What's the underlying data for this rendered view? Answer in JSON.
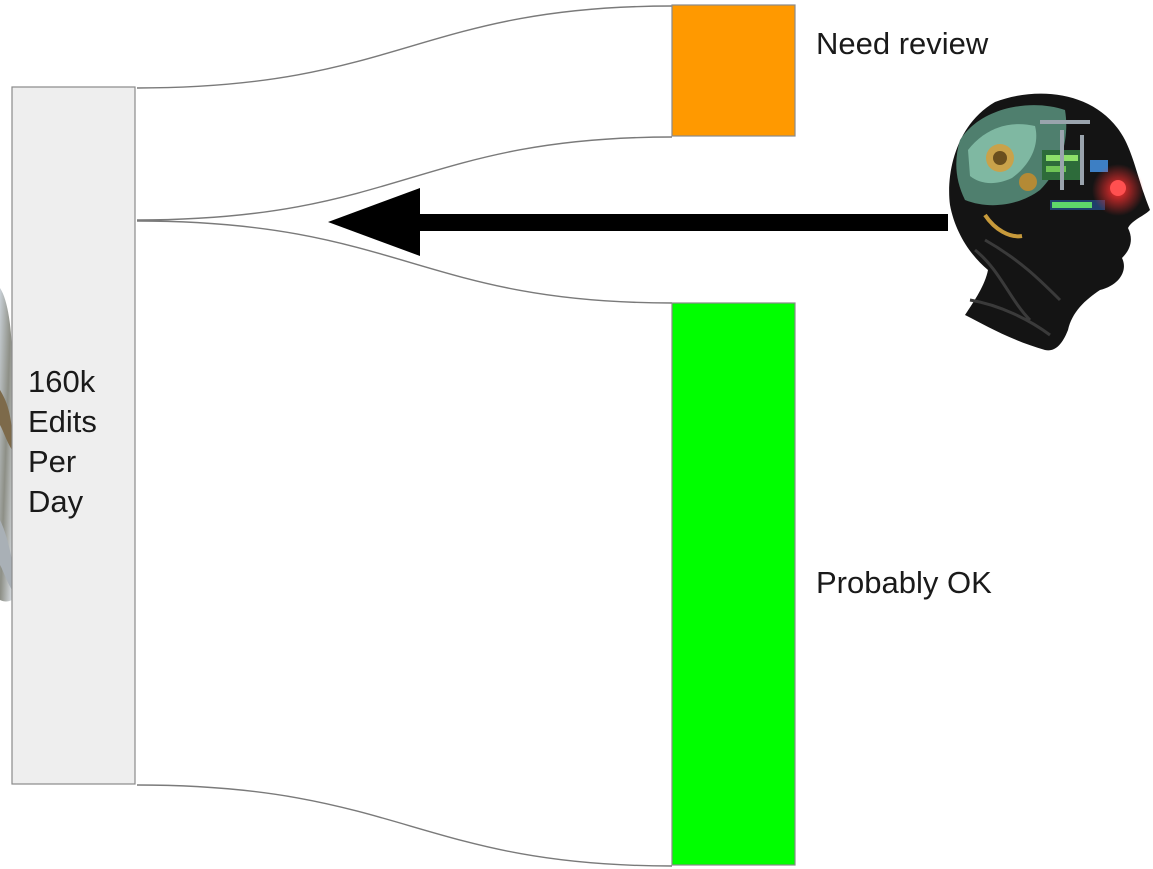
{
  "diagram": {
    "source": {
      "lines": [
        "160k",
        "Edits",
        "Per",
        "Day"
      ],
      "color": "#eeeeee"
    },
    "targets": [
      {
        "id": "need-review",
        "label": "Need review",
        "color": "#ff9900"
      },
      {
        "id": "probably-ok",
        "label": "Probably OK",
        "color": "#00ff00"
      }
    ],
    "arrow": {
      "color": "#000000"
    },
    "images": [
      {
        "id": "ai-head",
        "icon": "robot-brain-head-icon"
      },
      {
        "id": "left-edge-figure",
        "icon": "partial-figure-image"
      }
    ]
  }
}
